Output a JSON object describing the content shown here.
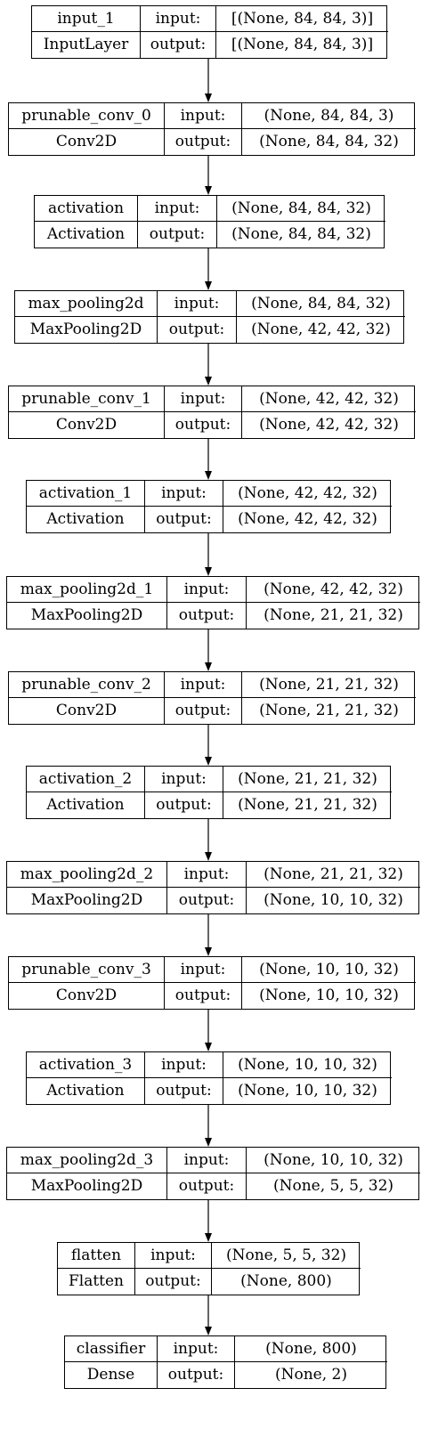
{
  "nodes": [
    {
      "name": "input_1",
      "type": "InputLayer",
      "input_label": "input:",
      "output_label": "output:",
      "input_shape": "[(None, 84, 84, 3)]",
      "output_shape": "[(None, 84, 84, 3)]"
    },
    {
      "name": "prunable_conv_0",
      "type": "Conv2D",
      "input_label": "input:",
      "output_label": "output:",
      "input_shape": "(None, 84, 84, 3)",
      "output_shape": "(None, 84, 84, 32)"
    },
    {
      "name": "activation",
      "type": "Activation",
      "input_label": "input:",
      "output_label": "output:",
      "input_shape": "(None, 84, 84, 32)",
      "output_shape": "(None, 84, 84, 32)"
    },
    {
      "name": "max_pooling2d",
      "type": "MaxPooling2D",
      "input_label": "input:",
      "output_label": "output:",
      "input_shape": "(None, 84, 84, 32)",
      "output_shape": "(None, 42, 42, 32)"
    },
    {
      "name": "prunable_conv_1",
      "type": "Conv2D",
      "input_label": "input:",
      "output_label": "output:",
      "input_shape": "(None, 42, 42, 32)",
      "output_shape": "(None, 42, 42, 32)"
    },
    {
      "name": "activation_1",
      "type": "Activation",
      "input_label": "input:",
      "output_label": "output:",
      "input_shape": "(None, 42, 42, 32)",
      "output_shape": "(None, 42, 42, 32)"
    },
    {
      "name": "max_pooling2d_1",
      "type": "MaxPooling2D",
      "input_label": "input:",
      "output_label": "output:",
      "input_shape": "(None, 42, 42, 32)",
      "output_shape": "(None, 21, 21, 32)"
    },
    {
      "name": "prunable_conv_2",
      "type": "Conv2D",
      "input_label": "input:",
      "output_label": "output:",
      "input_shape": "(None, 21, 21, 32)",
      "output_shape": "(None, 21, 21, 32)"
    },
    {
      "name": "activation_2",
      "type": "Activation",
      "input_label": "input:",
      "output_label": "output:",
      "input_shape": "(None, 21, 21, 32)",
      "output_shape": "(None, 21, 21, 32)"
    },
    {
      "name": "max_pooling2d_2",
      "type": "MaxPooling2D",
      "input_label": "input:",
      "output_label": "output:",
      "input_shape": "(None, 21, 21, 32)",
      "output_shape": "(None, 10, 10, 32)"
    },
    {
      "name": "prunable_conv_3",
      "type": "Conv2D",
      "input_label": "input:",
      "output_label": "output:",
      "input_shape": "(None, 10, 10, 32)",
      "output_shape": "(None, 10, 10, 32)"
    },
    {
      "name": "activation_3",
      "type": "Activation",
      "input_label": "input:",
      "output_label": "output:",
      "input_shape": "(None, 10, 10, 32)",
      "output_shape": "(None, 10, 10, 32)"
    },
    {
      "name": "max_pooling2d_3",
      "type": "MaxPooling2D",
      "input_label": "input:",
      "output_label": "output:",
      "input_shape": "(None, 10, 10, 32)",
      "output_shape": "(None, 5, 5, 32)"
    },
    {
      "name": "flatten",
      "type": "Flatten",
      "input_label": "input:",
      "output_label": "output:",
      "input_shape": "(None, 5, 5, 32)",
      "output_shape": "(None, 800)"
    },
    {
      "name": "classifier",
      "type": "Dense",
      "input_label": "input:",
      "output_label": "output:",
      "input_shape": "(None, 800)",
      "output_shape": "(None, 2)"
    }
  ],
  "edge_color": "#000000"
}
